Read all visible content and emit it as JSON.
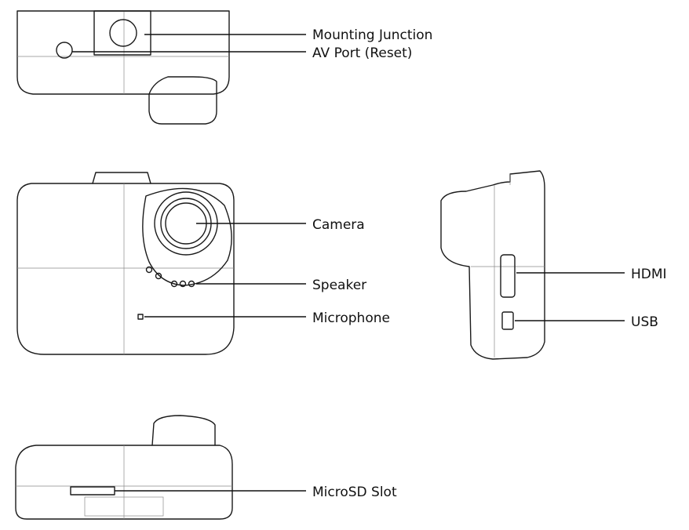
{
  "labels": {
    "mounting_junction": "Mounting Junction",
    "av_port": "AV Port (Reset)",
    "camera": "Camera",
    "speaker": "Speaker",
    "microphone": "Microphone",
    "hdmi": "HDMI",
    "usb": "USB",
    "microsd_slot": "MicroSD Slot"
  },
  "colors": {
    "line": "#1a1a1a",
    "background": "#ffffff"
  }
}
